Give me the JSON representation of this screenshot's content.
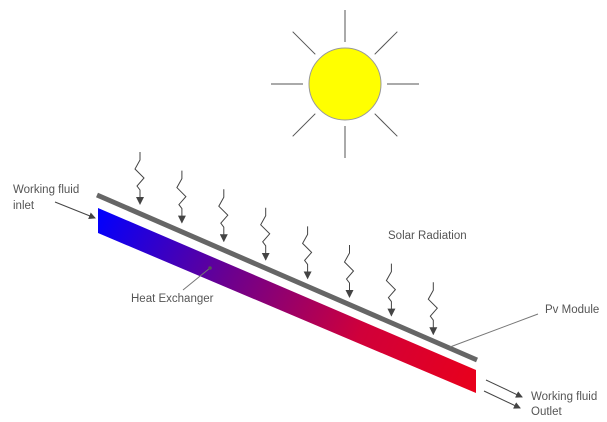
{
  "labels": {
    "inlet_line1": "Working fluid",
    "inlet_line2": "inlet",
    "heat_exchanger": "Heat Exchanger",
    "solar_radiation": "Solar Radiation",
    "pv_module": "Pv Module",
    "outlet_line1": "Working fluid",
    "outlet_line2": "Outlet"
  },
  "colors": {
    "sun_fill": "#ffff00",
    "sun_stroke": "#999999",
    "exchanger_start": "#0000ff",
    "exchanger_end": "#e8001c",
    "pv_module": "#666666",
    "arrow": "#444444"
  },
  "radiation_arrow_count": 8
}
